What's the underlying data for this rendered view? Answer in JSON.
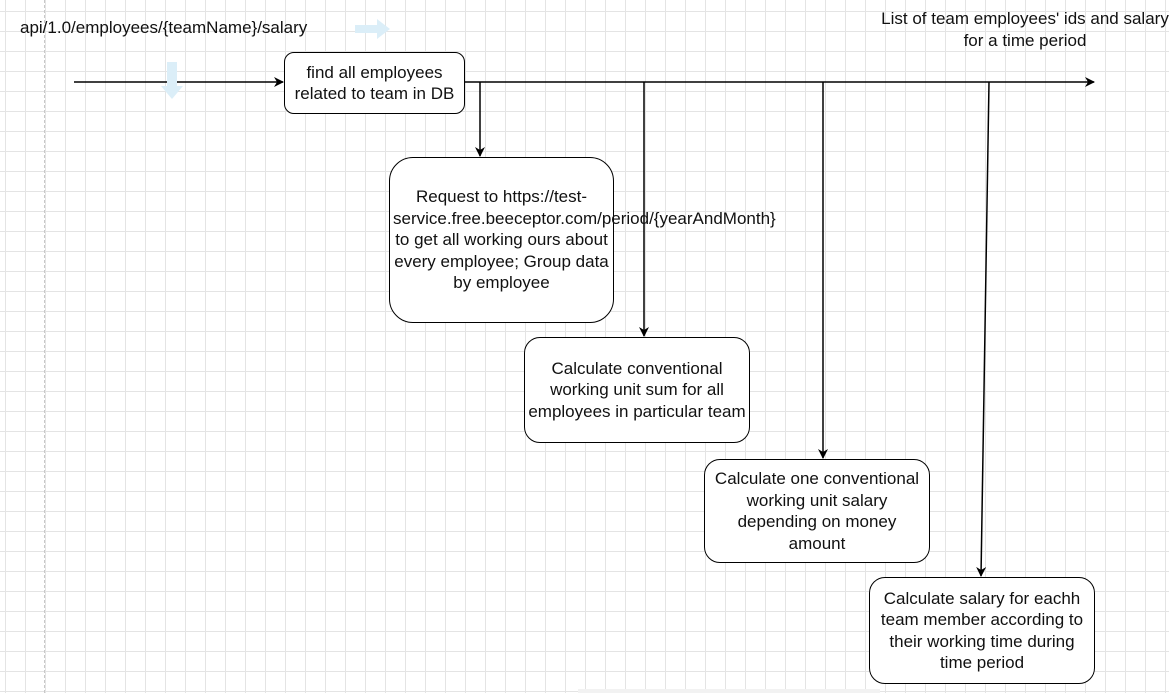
{
  "diagram": {
    "endpoint": "api/1.0/employees/{teamName}/salary",
    "result": "List of team employees' ids and salary for a time period",
    "nodes": {
      "find_employees": "find all employees related to team in DB",
      "request_periods": "Request to https://test-service.free.beeceptor.com/period/{yearAndMonth} to get all working ours about every employee; Group data by employee",
      "conventional_sum": "Calculate conventional working unit sum for all employees in particular team",
      "unit_salary": "Calculate one conventional working unit salary depending on money amount",
      "member_salary": "Calculate salary for eachh team member according to their working time during time period"
    },
    "colors": {
      "line": "#000000",
      "hint_arrow": "#dbeef8",
      "grid": "#e4e4e4"
    }
  }
}
